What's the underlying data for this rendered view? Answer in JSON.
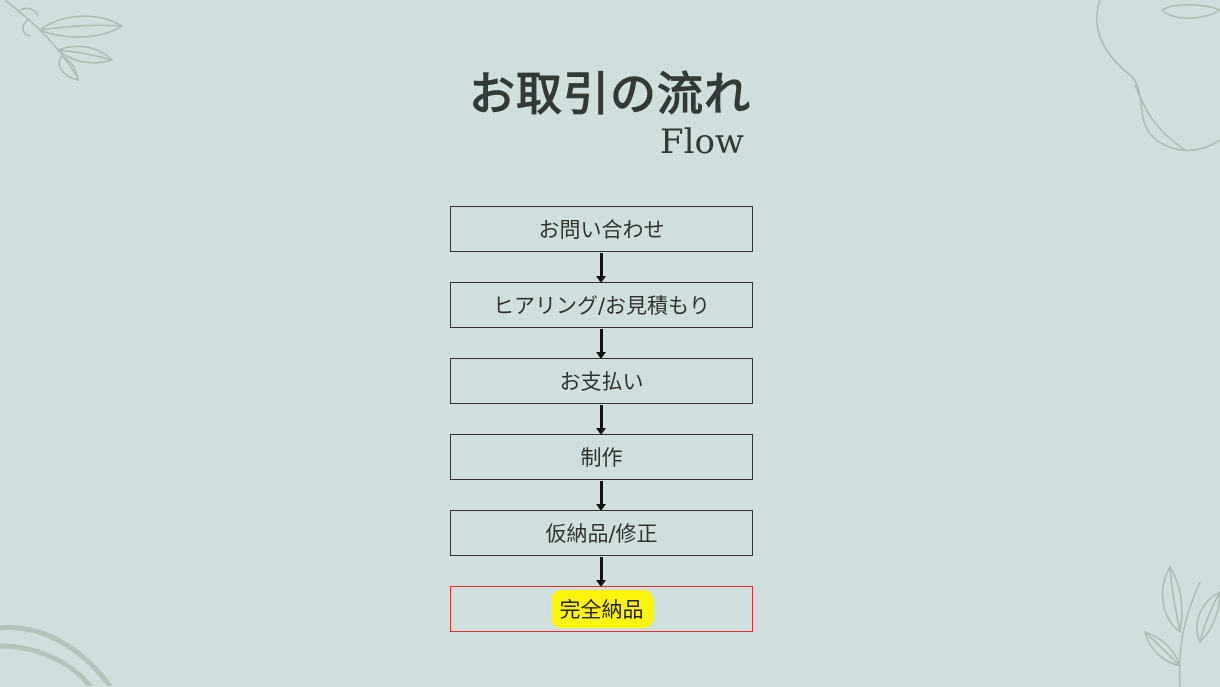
{
  "title": "お取引の流れ",
  "subtitle": "Flow",
  "steps": [
    {
      "label": "お問い合わせ"
    },
    {
      "label": "ヒアリング/お見積もり"
    },
    {
      "label": "お支払い"
    },
    {
      "label": "制作"
    },
    {
      "label": "仮納品/修正"
    },
    {
      "label": "完全納品"
    }
  ],
  "colors": {
    "background": "#cfdfdd",
    "box_border": "#2f3431",
    "final_border": "#e53030",
    "highlight": "#fdf40c",
    "decoration": "#a9bcb3"
  }
}
